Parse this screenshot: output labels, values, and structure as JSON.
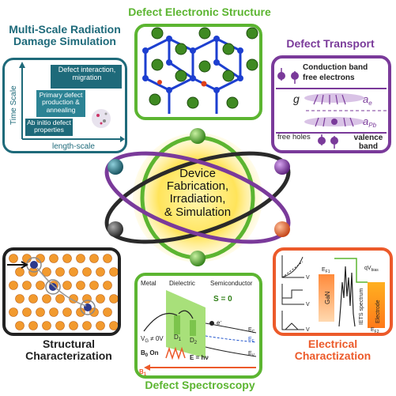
{
  "titles": {
    "multiscale": "Multi-Scale Radiation Damage Simulation",
    "electronic": "Defect Electronic Structure",
    "transport": "Defect Transport",
    "structural": "Structural Characterization",
    "spectroscopy": "Defect Spectroscopy",
    "electrical": "Electrical Charactization"
  },
  "center": {
    "line1": "Device",
    "line2": "Fabrication,",
    "line3": "Irradiation,",
    "line4": "& Simulation"
  },
  "multiscale": {
    "y_axis": "Time Scale",
    "x_axis": "length-scale",
    "step3": "Defect interaction, migration",
    "step2": "Primary defect production & annealing",
    "step1": "Ab initio defect properties"
  },
  "transport": {
    "conduction": "Conduction band",
    "free_electrons": "free electrons",
    "g": "g",
    "a_e": "a",
    "a_e_sub": "e",
    "a_pb": "a",
    "a_pb_sub": "Pb",
    "free_holes": "free holes",
    "valence": "valence band"
  },
  "spectroscopy": {
    "metal": "Metal",
    "dielectric": "Dielectric",
    "semiconductor": "Semiconductor",
    "s0": "S = 0",
    "vg": "V",
    "vg_sub": "G",
    "vg_rest": " ≠ 0V",
    "d1": "D",
    "d1_sub": "1",
    "d2": "D",
    "d2_sub": "2",
    "eminus": "e",
    "eminus_sup": "-",
    "b0": "B",
    "b0_sub": "0",
    "b0_rest": " On",
    "ehv": "E = hν",
    "b1": "B",
    "b1_sub": "1",
    "ec": "E",
    "ec_sub": "C",
    "ef": "E",
    "ef_sub": "F",
    "ev": "E",
    "ev_sub": "V"
  },
  "electrical": {
    "v": "V",
    "ef1": "E",
    "ef1_sub": "F1",
    "ef2": "E",
    "ef2_sub": "F2",
    "gan": "GaN",
    "iets": "IETS spectrum",
    "electrode": "Electrode",
    "qvbias": "qV",
    "qvbias_sub": "bias"
  },
  "colors": {
    "teal": "#1e6a7a",
    "green": "#5cb531",
    "purple": "#7a3a9a",
    "black": "#222222",
    "orange": "#ec5a2a"
  }
}
